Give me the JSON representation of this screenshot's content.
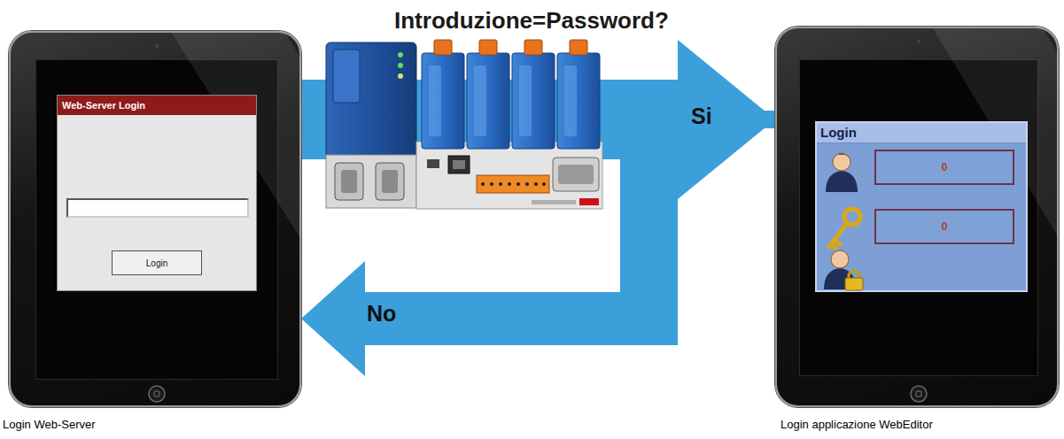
{
  "diagram": {
    "title": "Introduzione=Password?",
    "nodes": [
      {
        "text": [
          "Login Web-Server"
        ]
      },
      {
        "text": [
          "Web-Server Login"
        ],
        "in": 0
      },
      {
        "text": [
          "Login"
        ],
        "in": 1
      },
      {
        "text": [
          "Login applicazione WebEditor"
        ]
      },
      {
        "text": [
          "Login"
        ],
        "in": 3
      },
      {
        "text": [
          "0"
        ],
        "in": 4
      },
      {
        "text": [
          "0"
        ],
        "in": 4
      }
    ],
    "edges": [
      {
        "from": 0,
        "to": 3,
        "label": "Si",
        "arrow": "to"
      },
      {
        "from": 3,
        "to": 0,
        "label": "No",
        "arrow": "to"
      }
    ]
  }
}
